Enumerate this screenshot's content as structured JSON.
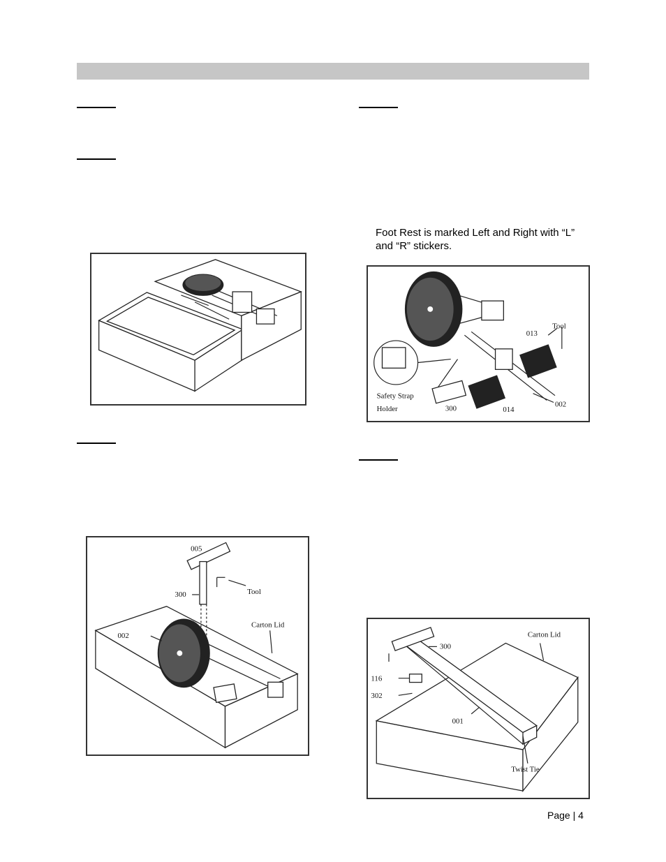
{
  "note": {
    "text_line1": "Foot Rest is marked Left and Right with “L”",
    "text_line2": "and “R” stickers."
  },
  "figure_footrest": {
    "labels": {
      "holder_line1": "Safety Strap",
      "holder_line2": "Holder",
      "p013": "013",
      "tool": "Tool",
      "p300": "300",
      "p014": "014",
      "p002": "002"
    }
  },
  "figure_monitor_arm": {
    "labels": {
      "p005": "005",
      "p300": "300",
      "tool": "Tool",
      "carton_lid": "Carton Lid",
      "p002": "002"
    }
  },
  "figure_rail": {
    "labels": {
      "carton_lid": "Carton Lid",
      "p300": "300",
      "p116": "116",
      "p302": "302",
      "p001": "001",
      "twist_tie": "Twist Tie"
    }
  },
  "footer": {
    "page_label": "Page | 4"
  }
}
